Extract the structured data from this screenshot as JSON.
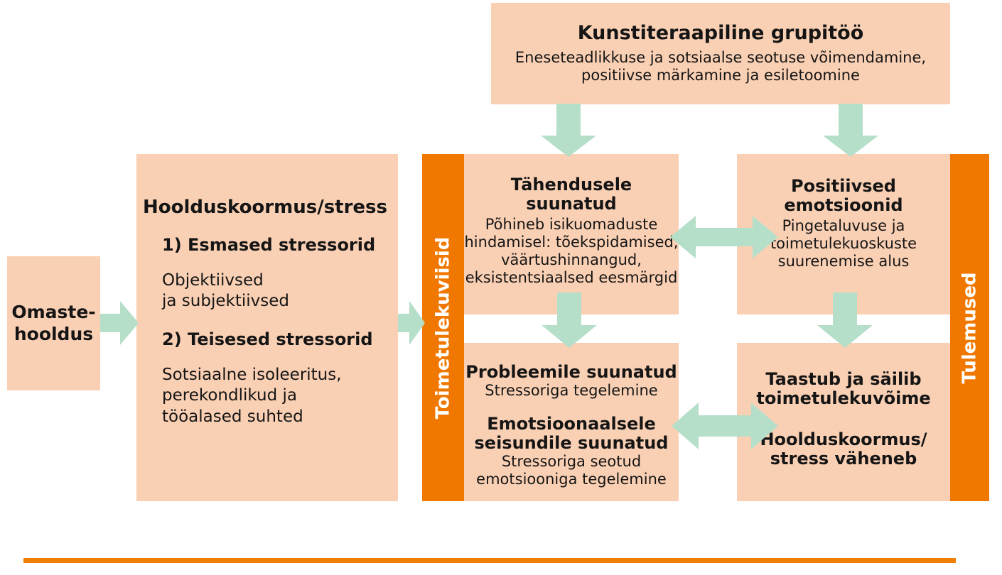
{
  "colors": {
    "box_fill": "#fad0b4",
    "band_fill": "#f07800",
    "arrow_fill": "#b6dfca",
    "rule": "#f07f00",
    "text": "#151515",
    "band_text": "#ffffff"
  },
  "top_box": {
    "title": "Kunstiteraapiline grupitöö",
    "line1": "Eneseteadlikkuse ja sotsiaalse seotuse võimendamine,",
    "line2": "positiivse märkamine ja esiletoomine"
  },
  "start_box": {
    "line1": "Omaste-",
    "line2": "hooldus"
  },
  "burden_box": {
    "title": "Hoolduskoormus/stress",
    "item1_label": "1)  Esmased stressorid",
    "item1_line1": "Objektiivsed",
    "item1_line2": "ja subjektiivsed",
    "item2_label": "2)  Teisesed stressorid",
    "item2_line1": "Sotsiaalne isoleeritus,",
    "item2_line2": "perekondlikud ja",
    "item2_line3": "tööalased suhted"
  },
  "bands": {
    "left_label": "Toimetulekuviisid",
    "right_label": "Tulemused"
  },
  "center_top": {
    "title": "Tähendusele suunatud",
    "line1": "Põhineb isikuomaduste",
    "line2": "hindamisel: tõekspidamised,",
    "line3": "väärtushinnangud,",
    "line4": "eksistentsiaalsed eesmärgid"
  },
  "center_bottom": {
    "title1": "Probleemile suunatud",
    "sub1": "Stressoriga tegelemine",
    "title2_line1": "Emotsioonaalsele",
    "title2_line2": "seisundile suunatud",
    "sub2_line1": "Stressoriga seotud",
    "sub2_line2": "emotsiooniga tegelemine"
  },
  "right_top": {
    "title": "Positiivsed emotsioonid",
    "line1": "Pingetaluvuse ja",
    "line2": "toimetulekuoskuste",
    "line3": "suurenemise alus"
  },
  "right_bottom": {
    "title1_line1": "Taastub ja säilib",
    "title1_line2": "toimetulekuvõime",
    "title2_line1": "Hoolduskoormus/",
    "title2_line2": "stress väheneb"
  },
  "arrows": [
    {
      "name": "arrow-omaste-to-burden",
      "direction": "right"
    },
    {
      "name": "arrow-burden-to-coping",
      "direction": "right"
    },
    {
      "name": "arrow-grouptherapy-to-meaning",
      "direction": "down"
    },
    {
      "name": "arrow-grouptherapy-to-positive",
      "direction": "down"
    },
    {
      "name": "arrow-meaning-to-problem",
      "direction": "down"
    },
    {
      "name": "arrow-positive-to-recovery",
      "direction": "down"
    },
    {
      "name": "arrow-meaning-positive",
      "direction": "both"
    },
    {
      "name": "arrow-problem-recovery",
      "direction": "both"
    }
  ]
}
